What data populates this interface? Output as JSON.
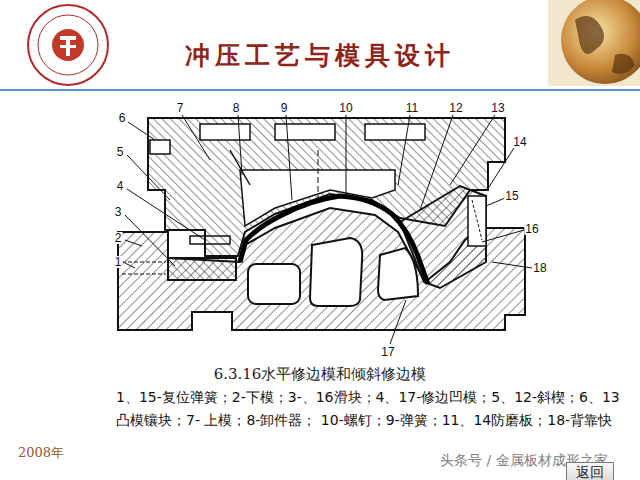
{
  "diagram": {
    "title": "冲压工艺与模具设计",
    "caption": "6.3.16水平修边模和倾斜修边模",
    "nodes": [
      {
        "text": [
          "返回"
        ]
      }
    ],
    "labels": [
      "6",
      "7",
      "8",
      "9",
      "10",
      "11",
      "12",
      "13",
      "14",
      "15",
      "16",
      "18",
      "5",
      "4",
      "3",
      "2",
      "1",
      "17",
      "1、15-复位弹簧；2-下模；3-、16滑块；4、17-修边凹模；5、12-斜楔；6、13凸模镶块；7- 上模；8-卸件器； 10-螺钉；9-弹簧；11、14防磨板；18-背靠快",
      "2008年",
      "头条号 / 金属板材成形之家"
    ]
  }
}
